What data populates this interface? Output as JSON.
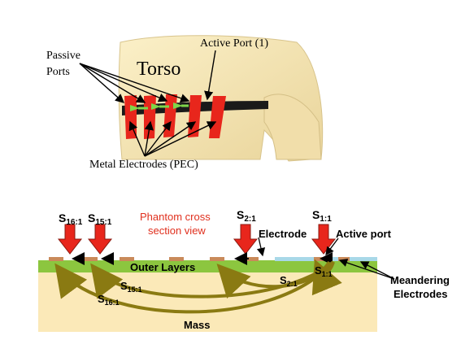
{
  "top": {
    "torso": "Torso",
    "active_port": "Active Port (1)",
    "passive_line1": "Passive",
    "passive_line2": "Ports",
    "metal_electrodes": "Metal Electrodes (PEC)"
  },
  "bottom": {
    "phantom_line1": "Phantom cross",
    "phantom_line2": "section view",
    "electrode": "Electrode",
    "active_port": "Active port",
    "meandering_line1": "Meandering",
    "meandering_line2": "Electrodes",
    "outer_layers": "Outer Layers",
    "mass": "Mass",
    "s_labels": [
      {
        "base": "S",
        "sub": "16:1"
      },
      {
        "base": "S",
        "sub": "15:1"
      },
      {
        "base": "S",
        "sub": "2:1"
      },
      {
        "base": "S",
        "sub": "1:1"
      }
    ],
    "s_curve_labels": [
      {
        "base": "S",
        "sub": "16:1"
      },
      {
        "base": "S",
        "sub": "15:1"
      },
      {
        "base": "S",
        "sub": "2:1"
      },
      {
        "base": "S",
        "sub": "1:1"
      }
    ]
  },
  "colors": {
    "skin": "#f7e7b5",
    "electrode_red": "#e8261c",
    "belt": "#1a1a1a",
    "green_arrow": "#7fd64a",
    "outer_layer_green": "#8cc63f",
    "mass": "#fbe9b8",
    "olive_curve": "#8a7a12",
    "phantom_text": "#e0301e",
    "electrode_pad": "#c98a5a",
    "meander_blue": "#a8d8e8"
  }
}
